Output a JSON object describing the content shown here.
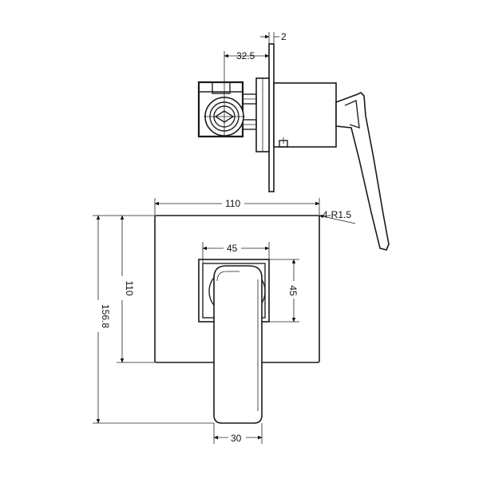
{
  "dimensions": {
    "plate_thickness": "2",
    "offset_depth": "32.5",
    "plate_width": "110",
    "corner_radius": "4-R1.5",
    "plate_height": "110",
    "overall_height": "156.8",
    "handle_base_width": "45",
    "handle_base_height": "45",
    "handle_width": "30"
  }
}
